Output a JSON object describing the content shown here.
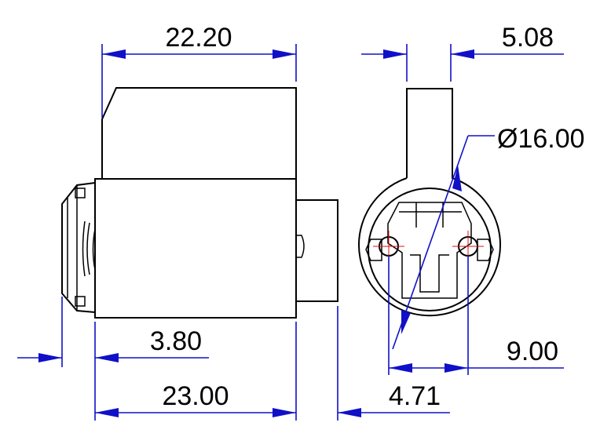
{
  "drawing": {
    "colors": {
      "object": "#000000",
      "dimension": "#1010c8",
      "centerline": "#e01010",
      "background": "#ffffff"
    },
    "dimensions": {
      "top_width": "22.20",
      "slot_width": "5.08",
      "diameter": "Ø16.00",
      "knob_offset": "3.80",
      "body_length": "23.00",
      "cam_length": "4.71",
      "hole_spacing": "9.00"
    }
  }
}
